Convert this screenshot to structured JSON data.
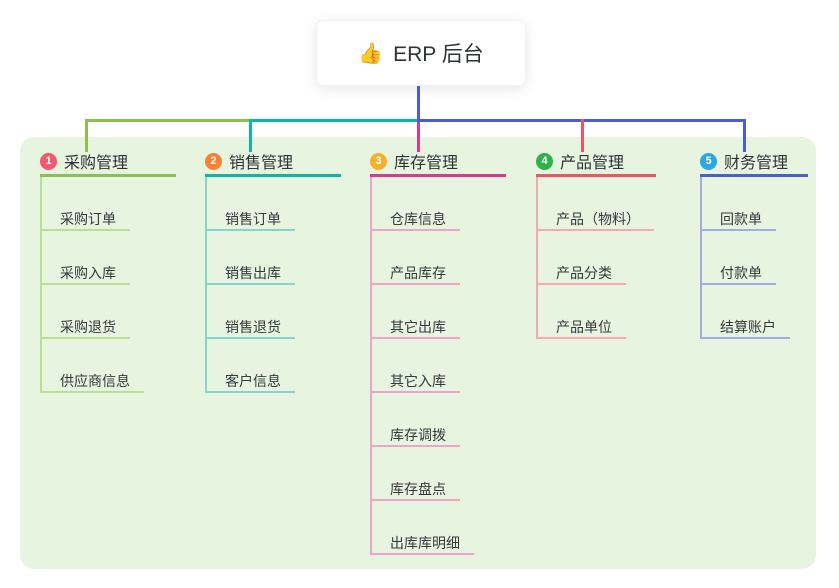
{
  "root": {
    "icon": "👍",
    "title": "ERP 后台"
  },
  "colors": {
    "panel_bg": "#e7f4df",
    "text": "#2f3237"
  },
  "branches": [
    {
      "badge": "1",
      "label": "采购管理",
      "badge_color": "#f4566c",
      "line_color": "#8bc04e",
      "child_line_color": "#bcdd96",
      "items": [
        "采购订单",
        "采购入库",
        "采购退货",
        "供应商信息"
      ]
    },
    {
      "badge": "2",
      "label": "销售管理",
      "badge_color": "#f58233",
      "line_color": "#0db5a9",
      "child_line_color": "#83d5cd",
      "items": [
        "销售订单",
        "销售出库",
        "销售退货",
        "客户信息"
      ]
    },
    {
      "badge": "3",
      "label": "库存管理",
      "badge_color": "#f8b02b",
      "line_color": "#d63b92",
      "child_line_color": "#f0a3cd",
      "items": [
        "仓库信息",
        "产品库存",
        "其它出库",
        "其它入库",
        "库存调拨",
        "库存盘点",
        "出库库明细"
      ]
    },
    {
      "badge": "4",
      "label": "产品管理",
      "badge_color": "#2fb04a",
      "line_color": "#f25361",
      "child_line_color": "#f8a9b0",
      "items": [
        "产品（物料）",
        "产品分类",
        "产品单位"
      ]
    },
    {
      "badge": "5",
      "label": "财务管理",
      "badge_color": "#2aa7e8",
      "line_color": "#4a5ed0",
      "child_line_color": "#9daee2",
      "items": [
        "回款单",
        "付款单",
        "结算账户"
      ]
    }
  ]
}
